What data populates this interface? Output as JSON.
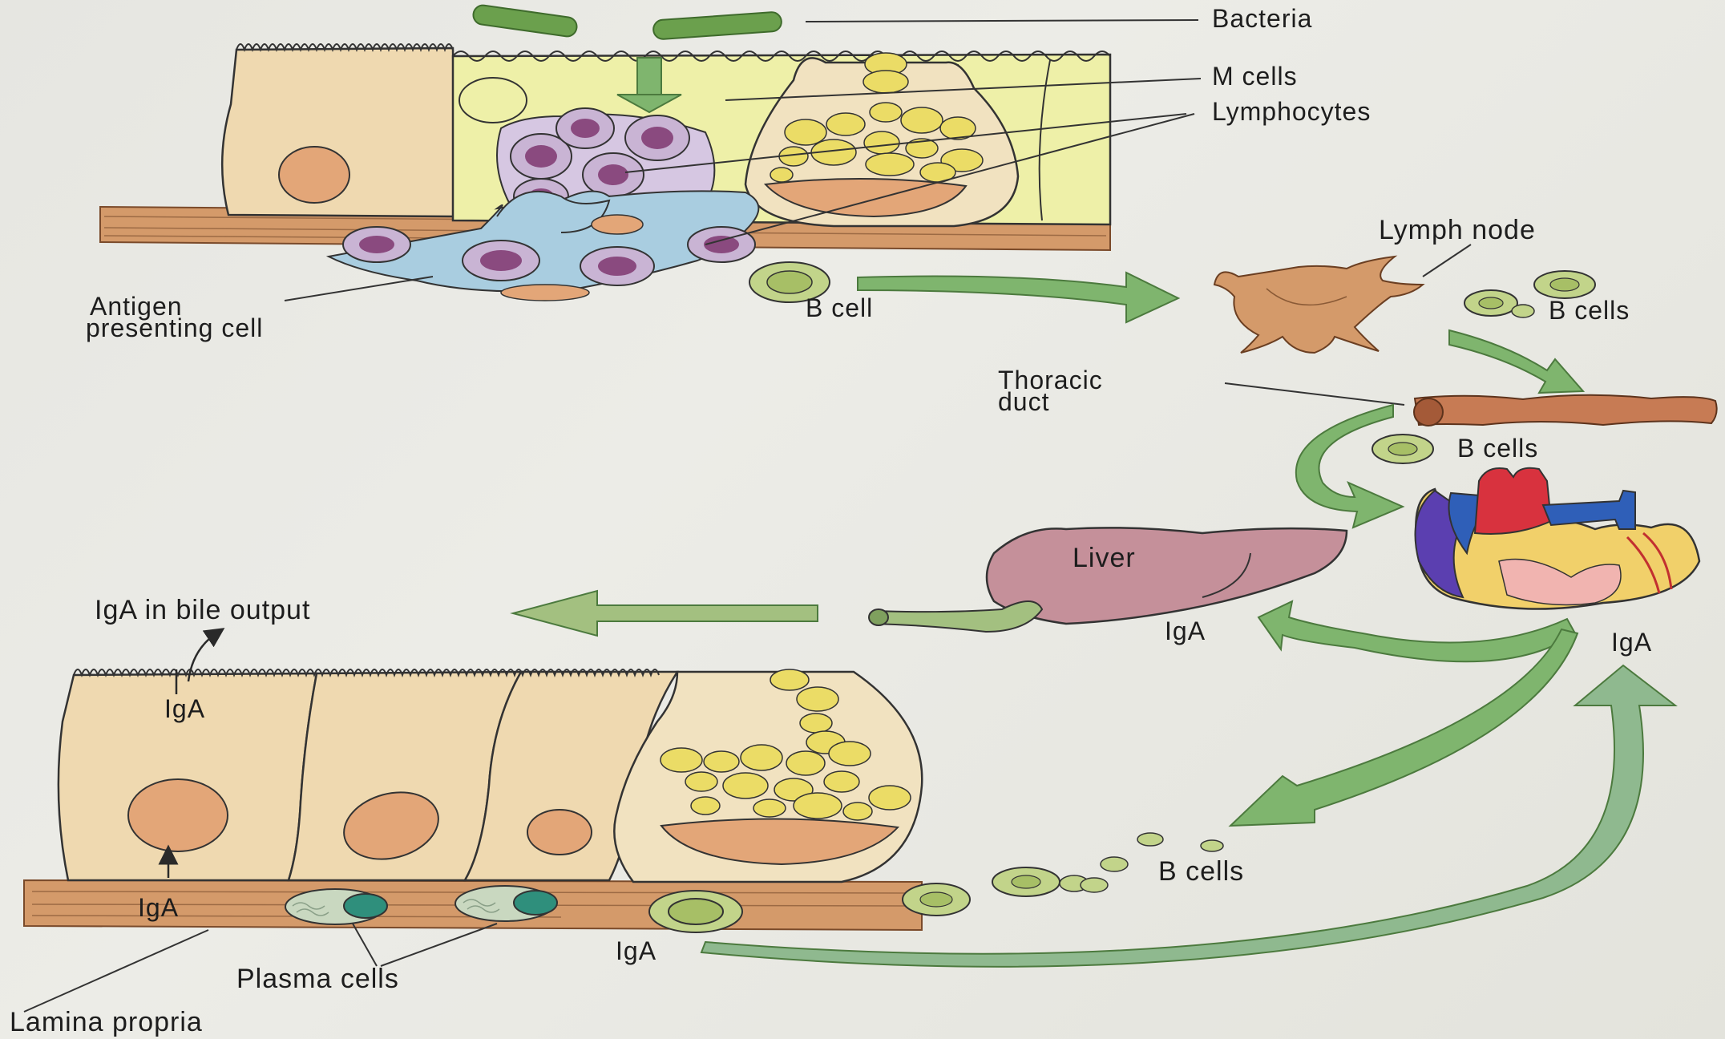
{
  "labels": {
    "bacteria": "Bacteria",
    "m_cells": "M cells",
    "lymphocytes": "Lymphocytes",
    "lymph_node": "Lymph node",
    "antigen_line1": "Antigen",
    "antigen_line2": "presenting cell",
    "b_cell": "B cell",
    "b_cells_node": "B cells",
    "thoracic_line1": "Thoracic",
    "thoracic_line2": "duct",
    "b_cells_duct": "B cells",
    "liver": "Liver",
    "iga_bile_output": "IgA in bile output",
    "iga_liver": "IgA",
    "iga_heart": "IgA",
    "iga_cell": "IgA",
    "iga_lamina": "IgA",
    "iga_bottom": "IgA",
    "b_cells_bottom": "B cells",
    "plasma_cells": "Plasma cells",
    "lamina_propria": "Lamina propria"
  },
  "colors": {
    "background": "#e8e8e3",
    "epithelial_cell": "#efd9b0",
    "m_cell_region": "#eef0a8",
    "lamina_band": "#d49a6a",
    "nucleus": "#e3a678",
    "lymphocyte": "#c9b4d4",
    "lymphocyte_nucleus": "#8a4a7f",
    "antigen_presenting_cell": "#a9cde0",
    "b_cell": "#c2d48a",
    "mucus_granule": "#ebdc66",
    "arrow_green": "#7fb56e",
    "liver": "#c5909a",
    "heart_red": "#d8323e",
    "heart_blue": "#2f5fb8",
    "bacteria": "#6ba04d"
  }
}
